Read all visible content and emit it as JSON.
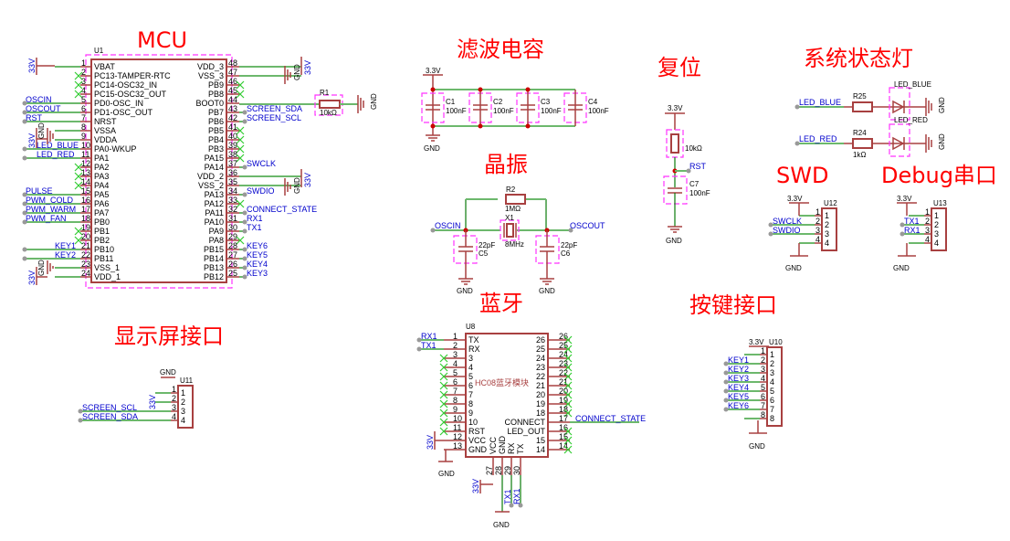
{
  "sections": {
    "mcu": "MCU",
    "filter_caps": "滤波电容",
    "reset": "复位",
    "status_led": "系统状态灯",
    "crystal": "晶振",
    "swd": "SWD",
    "debug_uart": "Debug串口",
    "display": "显示屏接口",
    "bluetooth": "蓝牙",
    "keys": "按键接口"
  },
  "mcu": {
    "designator": "U1",
    "left_pins": [
      {
        "num": "1",
        "name": "VBAT",
        "net": "3.3V"
      },
      {
        "num": "2",
        "name": "PC13-TAMPER-RTC",
        "net": "NC"
      },
      {
        "num": "3",
        "name": "PC14-OSC32_IN",
        "net": "NC"
      },
      {
        "num": "4",
        "name": "PC15-OSC32_OUT",
        "net": "NC"
      },
      {
        "num": "5",
        "name": "PD0-OSC_IN",
        "net": "OSCIN"
      },
      {
        "num": "6",
        "name": "PD1-OSC_OUT",
        "net": "OSCOUT"
      },
      {
        "num": "7",
        "name": "NRST",
        "net": "RST"
      },
      {
        "num": "8",
        "name": "VSSA",
        "net": "GND"
      },
      {
        "num": "9",
        "name": "VDDA",
        "net": "3.3V"
      },
      {
        "num": "10",
        "name": "PA0-WKUP",
        "net": "LED_BLUE"
      },
      {
        "num": "11",
        "name": "PA1",
        "net": "LED_RED"
      },
      {
        "num": "12",
        "name": "PA2",
        "net": "NC"
      },
      {
        "num": "13",
        "name": "PA3",
        "net": "NC"
      },
      {
        "num": "14",
        "name": "PA4",
        "net": "NC"
      },
      {
        "num": "15",
        "name": "PA5",
        "net": "PULSE"
      },
      {
        "num": "16",
        "name": "PA6",
        "net": "PWM_COLD"
      },
      {
        "num": "17",
        "name": "PA7",
        "net": "PWM_WARM"
      },
      {
        "num": "18",
        "name": "PB0",
        "net": "PWM_FAN"
      },
      {
        "num": "19",
        "name": "PB1",
        "net": "NC"
      },
      {
        "num": "20",
        "name": "PB2",
        "net": "NC"
      },
      {
        "num": "21",
        "name": "PB10",
        "net": "KEY1"
      },
      {
        "num": "22",
        "name": "PB11",
        "net": "KEY2"
      },
      {
        "num": "23",
        "name": "VSS_1",
        "net": "GND"
      },
      {
        "num": "24",
        "name": "VDD_1",
        "net": "3.3V"
      }
    ],
    "right_pins": [
      {
        "num": "48",
        "name": "VDD_3",
        "net": "3.3V"
      },
      {
        "num": "47",
        "name": "VSS_3",
        "net": "GND"
      },
      {
        "num": "46",
        "name": "PB9",
        "net": "NC"
      },
      {
        "num": "45",
        "name": "PB8",
        "net": "NC"
      },
      {
        "num": "44",
        "name": "BOOT0",
        "net": "R1"
      },
      {
        "num": "43",
        "name": "PB7",
        "net": "SCREEN_SDA"
      },
      {
        "num": "42",
        "name": "PB6",
        "net": "SCREEN_SCL"
      },
      {
        "num": "41",
        "name": "PB5",
        "net": "NC"
      },
      {
        "num": "40",
        "name": "PB4",
        "net": "NC"
      },
      {
        "num": "39",
        "name": "PB3",
        "net": "NC"
      },
      {
        "num": "38",
        "name": "PA15",
        "net": "NC"
      },
      {
        "num": "37",
        "name": "PA14",
        "net": "SWCLK"
      },
      {
        "num": "36",
        "name": "VDD_2",
        "net": "3.3V"
      },
      {
        "num": "35",
        "name": "VSS_2",
        "net": "GND"
      },
      {
        "num": "34",
        "name": "PA13",
        "net": "SWDIO"
      },
      {
        "num": "33",
        "name": "PA12",
        "net": "NC"
      },
      {
        "num": "32",
        "name": "PA11",
        "net": "CONNECT_STATE"
      },
      {
        "num": "31",
        "name": "PA10",
        "net": "RX1"
      },
      {
        "num": "30",
        "name": "PA9",
        "net": "TX1"
      },
      {
        "num": "29",
        "name": "PA8",
        "net": "NC"
      },
      {
        "num": "28",
        "name": "PB15",
        "net": "KEY6"
      },
      {
        "num": "27",
        "name": "PB14",
        "net": "KEY5"
      },
      {
        "num": "26",
        "name": "PB13",
        "net": "KEY4"
      },
      {
        "num": "25",
        "name": "PB12",
        "net": "KEY3"
      }
    ],
    "r1": {
      "designator": "R1",
      "value": "10kΩ"
    }
  },
  "power": {
    "vcc": "3.3V",
    "vcc_short": "33V",
    "gnd": "GND"
  },
  "filter": {
    "caps": [
      {
        "designator": "C1",
        "value": "100nF"
      },
      {
        "designator": "C2",
        "value": "100nF"
      },
      {
        "designator": "C3",
        "value": "100nF"
      },
      {
        "designator": "C4",
        "value": "100nF"
      }
    ]
  },
  "crystal": {
    "r2": {
      "designator": "R2",
      "value": "1MΩ"
    },
    "x1": {
      "designator": "X1",
      "value": "8MHz"
    },
    "c5": {
      "designator": "C5",
      "value": "22pF"
    },
    "c6": {
      "designator": "C6",
      "value": "22pF"
    },
    "oscin": "OSCIN",
    "oscout": "OSCOUT"
  },
  "reset": {
    "r_value": "10kΩ",
    "net": "RST",
    "c7": {
      "designator": "C7",
      "value": "100nF"
    }
  },
  "leds": {
    "r25": {
      "designator": "R25",
      "net": "LED_BLUE",
      "led": "LED_BLUE"
    },
    "r24": {
      "designator": "R24",
      "value": "1kΩ",
      "net": "LED_RED",
      "led": "LED_RED"
    }
  },
  "swd": {
    "designator": "U12",
    "nets": [
      "SWCLK",
      "SWDIO"
    ],
    "pins": [
      "1",
      "2",
      "3",
      "4"
    ]
  },
  "uart": {
    "designator": "U13",
    "nets": [
      "TX1",
      "RX1"
    ],
    "pins": [
      "1",
      "2",
      "3",
      "4"
    ]
  },
  "display": {
    "designator": "U11",
    "nets": [
      "SCREEN_SCL",
      "SCREEN_SDA"
    ],
    "pins": [
      "1",
      "2",
      "3",
      "4"
    ]
  },
  "bt": {
    "designator": "U8",
    "module_name": "HC08蓝牙模块",
    "left_pins": [
      {
        "num": "1",
        "name": "TX",
        "net": "RX1"
      },
      {
        "num": "2",
        "name": "RX",
        "net": "TX1"
      },
      {
        "num": "3",
        "name": "3"
      },
      {
        "num": "4",
        "name": "4"
      },
      {
        "num": "5",
        "name": "5"
      },
      {
        "num": "6",
        "name": "6"
      },
      {
        "num": "7",
        "name": "7"
      },
      {
        "num": "8",
        "name": "8"
      },
      {
        "num": "9",
        "name": "9"
      },
      {
        "num": "10",
        "name": "10"
      },
      {
        "num": "11",
        "name": "RST"
      },
      {
        "num": "12",
        "name": "VCC"
      },
      {
        "num": "13",
        "name": "GND"
      }
    ],
    "right_pins": [
      {
        "num": "26",
        "name": "26"
      },
      {
        "num": "25",
        "name": "25"
      },
      {
        "num": "24",
        "name": "24"
      },
      {
        "num": "23",
        "name": "23"
      },
      {
        "num": "22",
        "name": "22"
      },
      {
        "num": "21",
        "name": "21"
      },
      {
        "num": "20",
        "name": "20"
      },
      {
        "num": "19",
        "name": "19"
      },
      {
        "num": "18",
        "name": "18"
      },
      {
        "num": "17",
        "name": "CONNECT",
        "net": "CONNECT_STATE"
      },
      {
        "num": "16",
        "name": "LED_OUT"
      },
      {
        "num": "15",
        "name": "15"
      },
      {
        "num": "14",
        "name": "14"
      }
    ],
    "bottom_pins": [
      {
        "num": "27",
        "name": "VCC"
      },
      {
        "num": "28",
        "name": "GND"
      },
      {
        "num": "29",
        "name": "RX",
        "net": "TX1"
      },
      {
        "num": "30",
        "name": "TX",
        "net": "RX1"
      }
    ]
  },
  "keys": {
    "designator": "U10",
    "nets": [
      "KEY1",
      "KEY2",
      "KEY3",
      "KEY4",
      "KEY5",
      "KEY6"
    ],
    "pins": [
      "1",
      "2",
      "3",
      "4",
      "5",
      "6",
      "7",
      "8"
    ]
  }
}
